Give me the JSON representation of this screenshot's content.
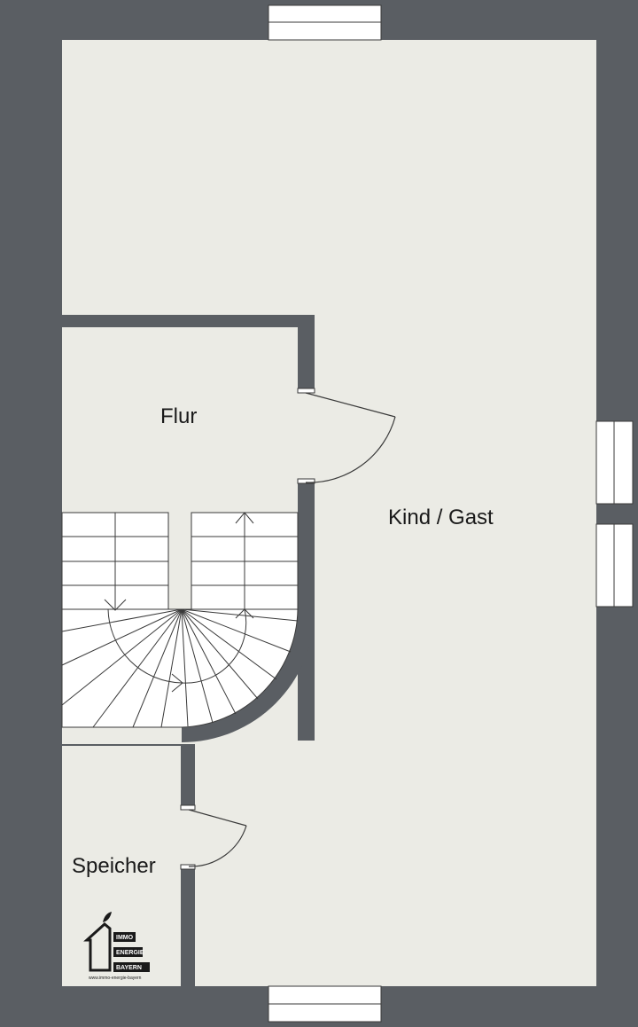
{
  "rooms": {
    "kind_gast": "Kind / Gast",
    "flur": "Flur",
    "speicher": "Speicher"
  },
  "logo": {
    "line1": "IMMO",
    "line2": "ENERGIE",
    "line3": "BAYERN",
    "url": "www.immo-energie-bayern"
  },
  "colors": {
    "wall": "#5a5e63",
    "floor": "#ebebe5",
    "stair": "#ffffff",
    "window": "#ffffff",
    "line": "#3a3a3a"
  }
}
